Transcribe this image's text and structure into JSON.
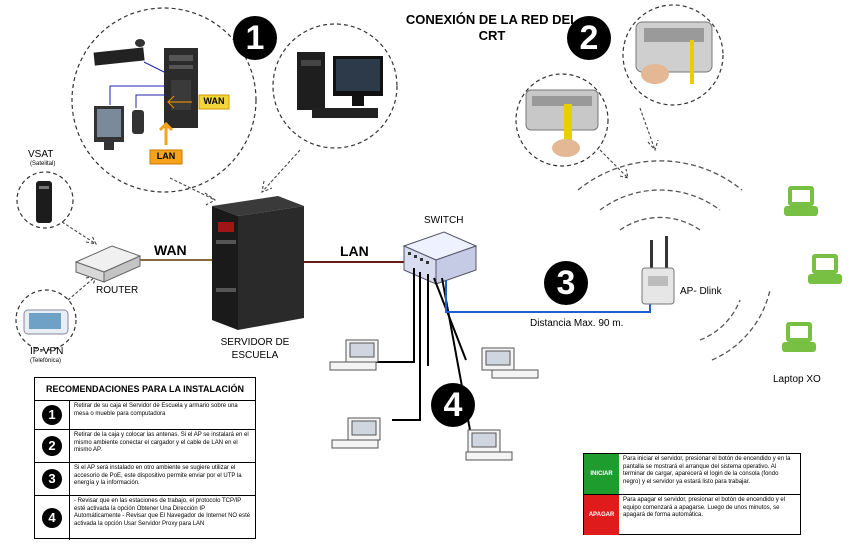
{
  "title": "CONEXIÓN DE LA RED DEL CRT",
  "steps": {
    "one": "1",
    "two": "2",
    "three": "3",
    "four": "4"
  },
  "labels": {
    "wan_tag": "WAN",
    "lan_tag": "LAN",
    "vsat": "VSAT",
    "vsat_sub": "(Satelital)",
    "router": "ROUTER",
    "ipvpn": "IP-VPN",
    "ipvpn_sub": "(Telefónica)",
    "wan": "WAN",
    "lan": "LAN",
    "server": "SERVIDOR DE ESCUELA",
    "switch": "SWITCH",
    "ap": "AP- Dlink",
    "distance": "Distancia Max. 90 m.",
    "laptop": "Laptop XO"
  },
  "recommendations": {
    "heading": "RECOMENDACIONES PARA LA INSTALACIÓN",
    "items": [
      {
        "num": "1",
        "text": "Retirar de su caja el Servidor de Escuela y armario sobre una mesa o mueble para computadora"
      },
      {
        "num": "2",
        "text": "Retirar de la caja y colocar las antenas. Si el AP se instalará en el mismo ambiente conectar el cargador y el cable de LAN en el mismo AP."
      },
      {
        "num": "3",
        "text": "Si el AP será instalado en otro ambiente se sugiere utilizar el accesorio de PoE, este dispositivo permite enviar por el UTP la energía y la información."
      },
      {
        "num": "4",
        "text": "- Revisar que en las estaciones de trabajo, el protocolo TCP/IP esté activada la opción Obtener Una Dirección IP Automáticamente - Revisar que El Navegador de Internet NO esté activada la opción Usar Servidor Proxy para LAN"
      }
    ]
  },
  "power": {
    "start_label": "INICIAR",
    "start_text": "Para iniciar el servidor, presionar el botón de encendido y en la pantalla se mostrará el arranque del sistema operativo. Al terminar de cargar, aparecerá el login de la consola (fondo negro) y el servidor ya estará listo para trabajar.",
    "stop_label": "APAGAR",
    "stop_text": "Para apagar el servidor, presionar el botón de encendido y el equipo comenzará a apagarse. Luego de unos minutos, se apagará de forma automática."
  },
  "colors": {
    "wan_line": "#8b6a3e",
    "lan_line": "#6b1a1a",
    "ap_cable": "#1f5fd6",
    "start": "#1e9c2e",
    "stop": "#e01b1b",
    "tag": "#f6a21c",
    "xo_green": "#77c043"
  }
}
